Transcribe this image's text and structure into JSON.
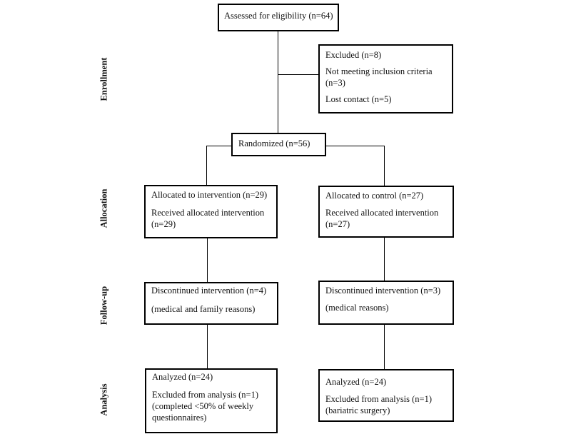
{
  "stages": {
    "enrollment": "Enrollment",
    "allocation": "Allocation",
    "followup": "Follow-up",
    "analysis": "Analysis"
  },
  "assessed": {
    "text": "Assessed for eligibility (n=64)"
  },
  "excluded": {
    "title": "Excluded (n=8)",
    "reason1_line1": "Not meeting inclusion criteria",
    "reason1_line2": "(n=3)",
    "reason2": "Lost contact (n=5)"
  },
  "randomized": {
    "text": "Randomized (n=56)"
  },
  "intervention": {
    "allocated": "Allocated to intervention (n=29)",
    "received_line1": "Received allocated intervention",
    "received_line2": "(n=29)",
    "discontinued": "Discontinued intervention (n=4)",
    "discontinued_reason": "(medical and family reasons)",
    "analyzed": "Analyzed (n=24)",
    "excluded_analysis": "Excluded from analysis (n=1)",
    "excluded_reason_line1": "(completed <50% of weekly",
    "excluded_reason_line2": "questionnaires)"
  },
  "control": {
    "allocated": "Allocated to control (n=27)",
    "received_line1": "Received allocated intervention",
    "received_line2": "(n=27)",
    "discontinued": "Discontinued intervention (n=3)",
    "discontinued_reason": "(medical reasons)",
    "analyzed": "Analyzed (n=24)",
    "excluded_analysis": "Excluded from analysis (n=1)",
    "excluded_reason": "(bariatric surgery)"
  }
}
